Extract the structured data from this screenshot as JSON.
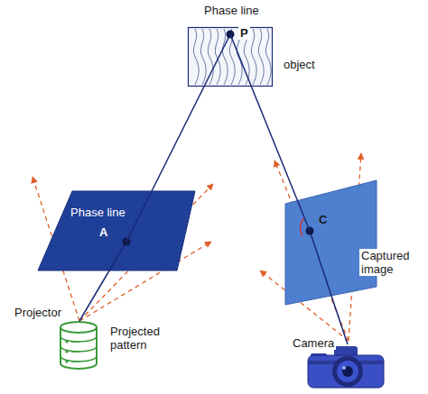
{
  "diagram": {
    "nodes": [
      {
        "text": [
          "Phase line",
          "P",
          "object"
        ]
      },
      {
        "text": [
          "Phase line",
          "A"
        ]
      },
      {
        "text": [
          "C"
        ]
      },
      {
        "text": [
          "Projector"
        ]
      },
      {
        "text": [
          "Camera"
        ]
      }
    ],
    "edges": [
      {
        "from": 3,
        "to": 1,
        "arrow": "none"
      },
      {
        "from": 1,
        "to": 0,
        "arrow": "none"
      },
      {
        "from": 4,
        "to": 2,
        "arrow": "none"
      },
      {
        "from": 2,
        "to": 0,
        "arrow": "none"
      }
    ],
    "labels": [
      "Projected pattern",
      "Captured image"
    ]
  }
}
